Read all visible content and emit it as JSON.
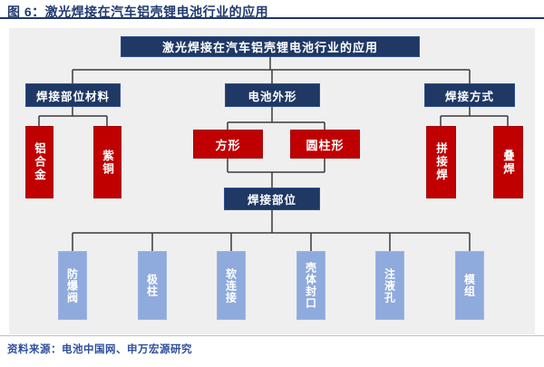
{
  "figure": {
    "title": "图 6：激光焊接在汽车铝壳锂电池行业的应用",
    "source": "资料来源：电池中国网、申万宏源研究"
  },
  "colors": {
    "navy_box": "#1F3864",
    "red_box": "#C00000",
    "light_blue_box": "#8FAADC",
    "title_text": "#1F3A70",
    "source_text": "#2E4E9E",
    "connector_line": "#3A3A3A",
    "panel_background": "#EFEFEF"
  },
  "diagram": {
    "root": "激光焊接在汽车铝壳锂电池行业的应用",
    "branches": [
      {
        "label": "焊接部位材料",
        "children": [
          "铝合金",
          "紫铜"
        ]
      },
      {
        "label": "电池外形",
        "children": [
          "方形",
          "圆柱形"
        ]
      },
      {
        "label": "焊接方式",
        "children": [
          "拼接焊",
          "叠焊"
        ]
      }
    ],
    "mid": "焊接部位",
    "parts": [
      "防爆阀",
      "极柱",
      "软连接",
      "壳体封口",
      "注液孔",
      "模组"
    ]
  }
}
